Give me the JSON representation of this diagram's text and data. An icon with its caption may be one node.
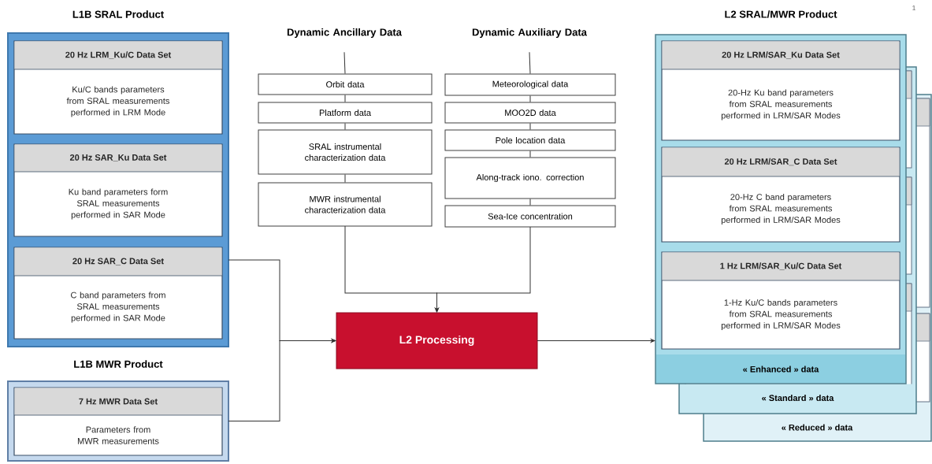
{
  "diagram": {
    "nodes": [
      {
        "text": [
          "L1B SRAL Product"
        ]
      },
      {
        "text": [
          "20 Hz LRM_Ku/C Data Set",
          "Ku/C bands parameters from SRAL measurements performed in LRM Mode"
        ],
        "in": 0
      },
      {
        "text": [
          "20 Hz SAR_Ku Data Set",
          "Ku band parameters form SRAL measurements performed in SAR Mode"
        ],
        "in": 0
      },
      {
        "text": [
          "20 Hz SAR_C Data Set",
          "C band parameters from SRAL measurements performed in SAR Mode"
        ],
        "in": 0
      },
      {
        "text": [
          "L1B MWR Product"
        ]
      },
      {
        "text": [
          "7 Hz MWR Data Set",
          "Parameters from MWR measurements"
        ],
        "in": 4
      },
      {
        "text": [
          "Dynamic Ancillary Data"
        ]
      },
      {
        "text": [
          "Orbit data"
        ]
      },
      {
        "text": [
          "Platform data"
        ]
      },
      {
        "text": [
          "SRAL instrumental characterization data"
        ]
      },
      {
        "text": [
          "MWR instrumental characterization data"
        ]
      },
      {
        "text": [
          "Dynamic Auxiliary Data"
        ]
      },
      {
        "text": [
          "Meteorological data"
        ]
      },
      {
        "text": [
          "MOO2D data"
        ]
      },
      {
        "text": [
          "Pole location data"
        ]
      },
      {
        "text": [
          "Along-track iono. correction"
        ]
      },
      {
        "text": [
          "Sea-Ice concentration"
        ]
      },
      {
        "text": [
          "L2 Processing"
        ]
      },
      {
        "text": [
          "L2 SRAL/MWR Product",
          "« Enhanced » data"
        ]
      },
      {
        "text": [
          "20 Hz LRM/SAR_Ku Data Set",
          "20-Hz Ku band parameters from SRAL measurements performed in LRM/SAR Modes"
        ],
        "in": 18
      },
      {
        "text": [
          "20 Hz LRM/SAR_C Data Set",
          "20-Hz C band parameters from SRAL measurements performed in LRM/SAR Modes"
        ],
        "in": 18
      },
      {
        "text": [
          "1 Hz LRM/SAR_Ku/C Data Set",
          "1-Hz Ku/C bands parameters from SRAL measurements performed in LRM/SAR Modes"
        ],
        "in": 18
      },
      {
        "text": [
          "« Standard » data"
        ]
      },
      {
        "text": [
          "« Reduced » data"
        ]
      }
    ],
    "edges": [
      {
        "from": 6,
        "to": 7,
        "arrow": "none"
      },
      {
        "from": 7,
        "to": 8,
        "arrow": "none"
      },
      {
        "from": 8,
        "to": 9,
        "arrow": "none"
      },
      {
        "from": 9,
        "to": 10,
        "arrow": "none"
      },
      {
        "from": 10,
        "to": 17,
        "arrow": "to"
      },
      {
        "from": 11,
        "to": 12,
        "arrow": "none"
      },
      {
        "from": 12,
        "to": 13,
        "arrow": "none"
      },
      {
        "from": 13,
        "to": 14,
        "arrow": "none"
      },
      {
        "from": 14,
        "to": 15,
        "arrow": "none"
      },
      {
        "from": 15,
        "to": 16,
        "arrow": "none"
      },
      {
        "from": 16,
        "to": 17,
        "arrow": "to"
      },
      {
        "from": 0,
        "to": 17,
        "arrow": "to"
      },
      {
        "from": 4,
        "to": 17,
        "arrow": "to"
      },
      {
        "from": 17,
        "to": 18,
        "arrow": "to"
      }
    ],
    "labels": [
      "1"
    ]
  }
}
